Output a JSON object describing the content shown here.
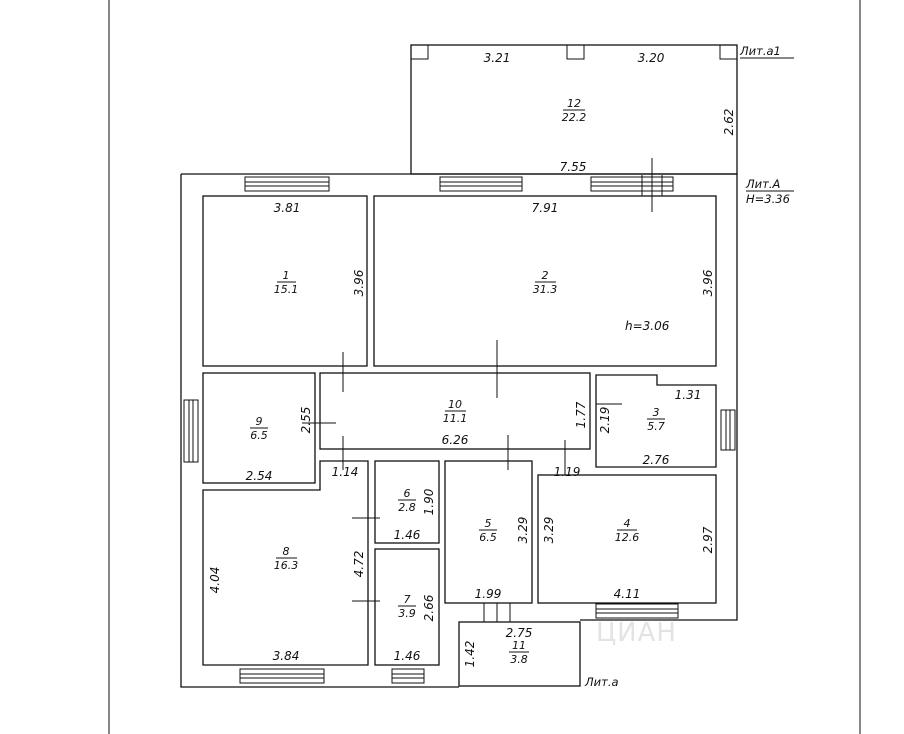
{
  "block_labels": {
    "lit_a1": "Лит.а1",
    "lit_A": "Лит.А",
    "lit_A_height": "Н=3.36",
    "lit_a": "Лит.а"
  },
  "rooms": [
    {
      "id": "r12",
      "number": "12",
      "area": "22.2"
    },
    {
      "id": "r1",
      "number": "1",
      "area": "15.1"
    },
    {
      "id": "r2",
      "number": "2",
      "area": "31.3",
      "height_note": "h=3.06"
    },
    {
      "id": "r9",
      "number": "9",
      "area": "6.5"
    },
    {
      "id": "r10",
      "number": "10",
      "area": "11.1"
    },
    {
      "id": "r3",
      "number": "3",
      "area": "5.7"
    },
    {
      "id": "r6",
      "number": "6",
      "area": "2.8"
    },
    {
      "id": "r5",
      "number": "5",
      "area": "6.5"
    },
    {
      "id": "r4",
      "number": "4",
      "area": "12.6"
    },
    {
      "id": "r8",
      "number": "8",
      "area": "16.3"
    },
    {
      "id": "r7",
      "number": "7",
      "area": "3.9"
    },
    {
      "id": "r11",
      "number": "11",
      "area": "3.8"
    }
  ],
  "dimensions": {
    "d12_top_left": "3.21",
    "d12_top_right": "3.20",
    "d12_side": "2.62",
    "d12_bottom": "7.55",
    "d1_top": "3.81",
    "d1_side": "3.96",
    "d2_top": "7.91",
    "d2_side": "3.96",
    "d9_side": "2.55",
    "d9_bottom": "2.54",
    "d10_side": "1.77",
    "d10_bottom": "6.26",
    "d3_top": "1.31",
    "d3_side": "2.19",
    "d3_bottom": "2.76",
    "d_corr_left": "1.14",
    "d_corr_right": "1.19",
    "d6_side": "1.90",
    "d6_bottom": "1.46",
    "d5_side": "3.29",
    "d5_bottom": "1.99",
    "d4_left": "3.29",
    "d4_right": "2.97",
    "d4_bottom": "4.11",
    "d8_left": "4.04",
    "d8_right": "4.72",
    "d8_bottom": "3.84",
    "d7_side": "2.66",
    "d7_bottom": "1.46",
    "d11_top": "2.75",
    "d11_side": "1.42"
  },
  "watermark": "ЦИАН"
}
